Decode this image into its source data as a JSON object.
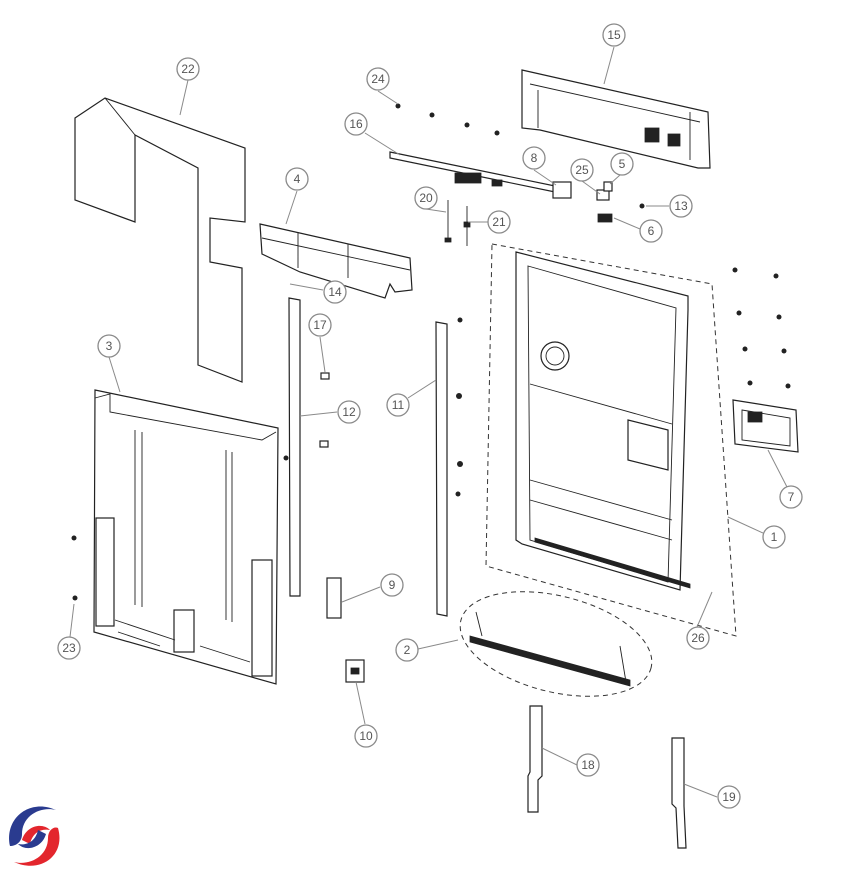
{
  "callouts": [
    {
      "id": "1",
      "label": "1"
    },
    {
      "id": "2",
      "label": "2"
    },
    {
      "id": "3",
      "label": "3"
    },
    {
      "id": "4",
      "label": "4"
    },
    {
      "id": "5",
      "label": "5"
    },
    {
      "id": "6",
      "label": "6"
    },
    {
      "id": "7",
      "label": "7"
    },
    {
      "id": "8",
      "label": "8"
    },
    {
      "id": "9",
      "label": "9"
    },
    {
      "id": "10",
      "label": "10"
    },
    {
      "id": "11",
      "label": "11"
    },
    {
      "id": "12",
      "label": "12"
    },
    {
      "id": "13",
      "label": "13"
    },
    {
      "id": "14",
      "label": "14"
    },
    {
      "id": "15",
      "label": "15"
    },
    {
      "id": "16",
      "label": "16"
    },
    {
      "id": "17",
      "label": "17"
    },
    {
      "id": "18",
      "label": "18"
    },
    {
      "id": "19",
      "label": "19"
    },
    {
      "id": "20",
      "label": "20"
    },
    {
      "id": "21",
      "label": "21"
    },
    {
      "id": "22",
      "label": "22"
    },
    {
      "id": "23",
      "label": "23"
    },
    {
      "id": "24",
      "label": "24"
    },
    {
      "id": "25",
      "label": "25"
    },
    {
      "id": "26",
      "label": "26"
    }
  ],
  "logo": {
    "icon": "brand-swirl-icon",
    "colors": {
      "red": "#e3262d",
      "blue": "#2a3b8f"
    }
  }
}
